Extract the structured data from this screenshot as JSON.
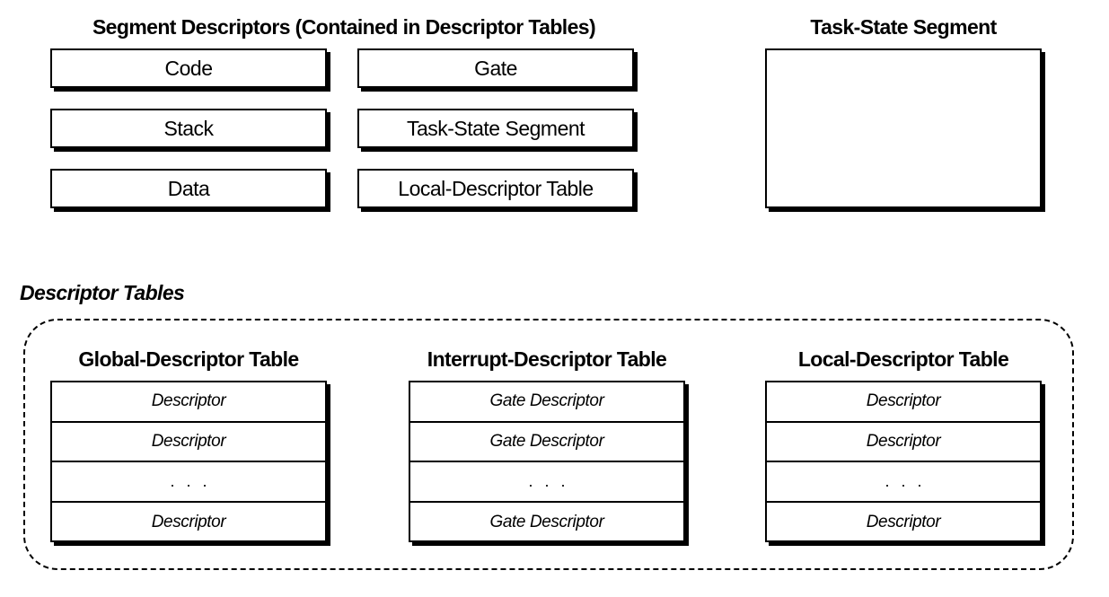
{
  "segment_descriptors": {
    "title": "Segment Descriptors (Contained in Descriptor Tables)",
    "boxes": [
      "Code",
      "Gate",
      "Stack",
      "Task-State Segment",
      "Data",
      "Local-Descriptor Table"
    ]
  },
  "task_state_segment": {
    "title": "Task-State Segment"
  },
  "descriptor_tables": {
    "title": "Descriptor Tables",
    "tables": [
      {
        "title": "Global-Descriptor Table",
        "rows": [
          "Descriptor",
          "Descriptor",
          ". . .",
          "Descriptor"
        ]
      },
      {
        "title": "Interrupt-Descriptor Table",
        "rows": [
          "Gate Descriptor",
          "Gate Descriptor",
          ". . .",
          "Gate Descriptor"
        ]
      },
      {
        "title": "Local-Descriptor Table",
        "rows": [
          "Descriptor",
          "Descriptor",
          ". . .",
          "Descriptor"
        ]
      }
    ]
  }
}
